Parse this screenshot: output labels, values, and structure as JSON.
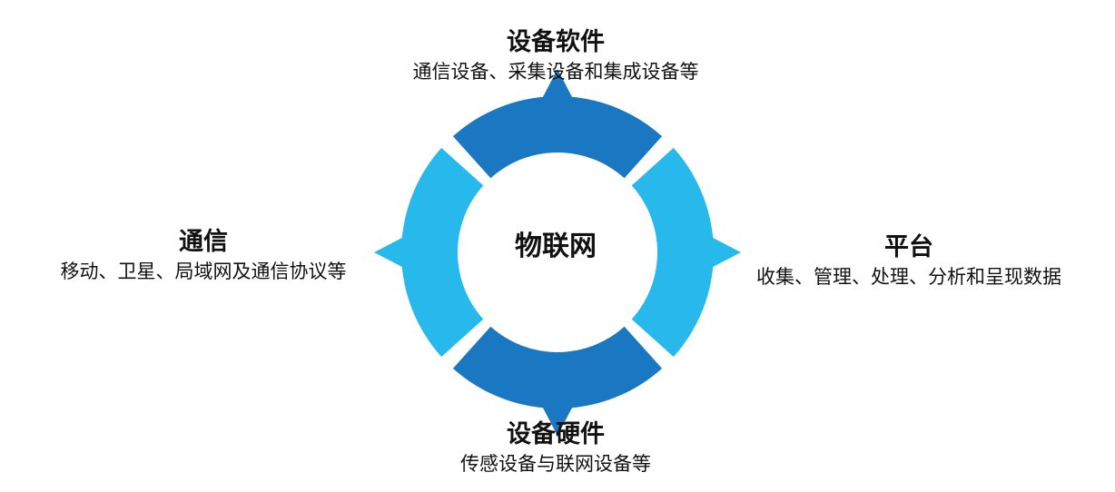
{
  "center": {
    "label": "物联网"
  },
  "segments": {
    "top": {
      "title": "设备软件",
      "description": "通信设备、采集设备和集成设备等"
    },
    "right": {
      "title": "平台",
      "description": "收集、管理、处理、分析和呈现数据"
    },
    "bottom": {
      "title": "设备硬件",
      "description": "传感设备与联网设备等"
    },
    "left": {
      "title": "通信",
      "description": "移动、卫星、局域网及通信协议等"
    }
  },
  "colors": {
    "dark_blue": "#1a78c2",
    "light_blue": "#27b8ec",
    "background": "#ffffff"
  }
}
